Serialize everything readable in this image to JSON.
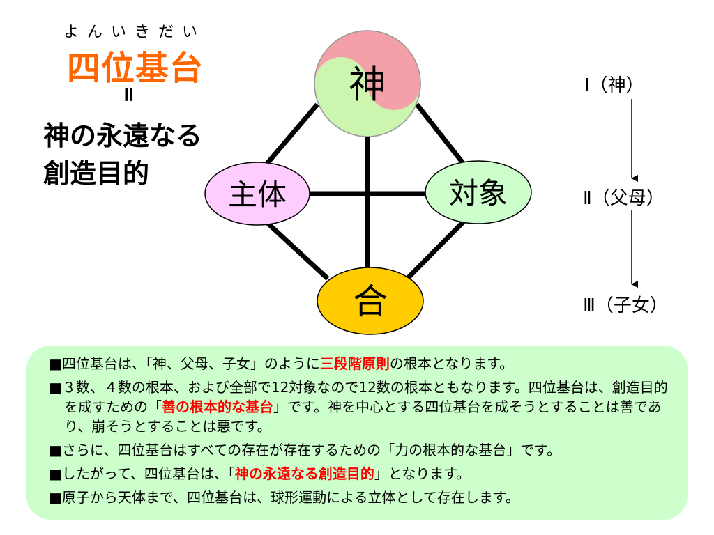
{
  "header": {
    "ruby": "よんいきだい",
    "title": "四位基台",
    "equals": "=",
    "subtitle_line1": "神の永遠なる",
    "subtitle_line2": "創造目的"
  },
  "diagram": {
    "god": "神",
    "subject": "主体",
    "object": "対象",
    "union": "合"
  },
  "generations": {
    "first": "Ⅰ（神）",
    "second": "Ⅱ（父母）",
    "third": "Ⅲ（子女）"
  },
  "bullets": [
    {
      "marker": "■",
      "before": "四位基台は、「神、父母、子女」のように",
      "highlight": "三段階原則",
      "after": "の根本となります。"
    },
    {
      "marker": "■",
      "before": "３数、４数の根本、および全部で12対象なので12数の根本ともなります。四位基台は、創造目的を成すための「",
      "highlight": "善の根本的な基台",
      "after": "」です。神を中心とする四位基台を成そうとすることは善であり、崩そうとすることは悪です。"
    },
    {
      "marker": "■",
      "before": "さらに、四位基台はすべての存在が存在するための「力の根本的な基台」です。",
      "highlight": "",
      "after": ""
    },
    {
      "marker": "■",
      "before": "したがって、四位基台は、「",
      "highlight": "神の永遠なる創造目的",
      "after": "」となります。"
    },
    {
      "marker": "■",
      "before": "原子から天体まで、四位基台は、球形運動による立体として存在します。",
      "highlight": "",
      "after": ""
    }
  ],
  "colors": {
    "title": "#ff6600",
    "highlight": "#ff0000",
    "panel": "#ccffcc",
    "god_top": "#f4a0a8",
    "god_bottom": "#ccf5b0",
    "subject_fill": "#ffccff",
    "object_fill": "#ccffcc",
    "union_fill": "#ffcc00"
  }
}
